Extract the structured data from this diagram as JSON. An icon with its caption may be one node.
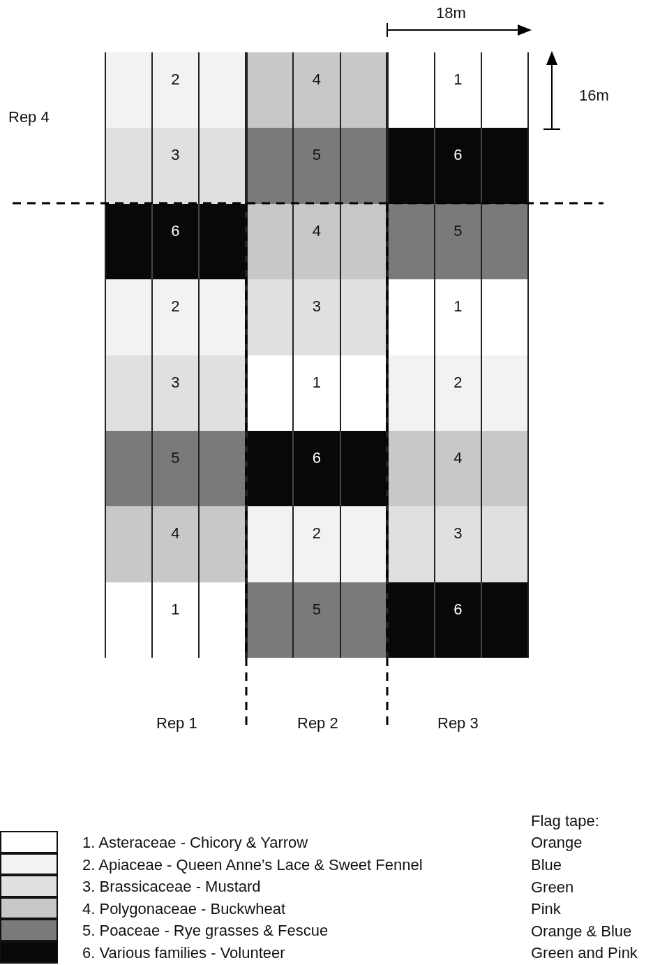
{
  "diagram": {
    "nodes": [
      {
        "text": [
          "2"
        ]
      },
      {
        "text": [
          "4"
        ]
      },
      {
        "text": [
          "1"
        ]
      },
      {
        "text": [
          "3"
        ]
      },
      {
        "text": [
          "5"
        ]
      },
      {
        "text": [
          "6"
        ]
      },
      {
        "text": [
          "6"
        ]
      },
      {
        "text": [
          "4"
        ]
      },
      {
        "text": [
          "5"
        ]
      },
      {
        "text": [
          "2"
        ]
      },
      {
        "text": [
          "3"
        ]
      },
      {
        "text": [
          "1"
        ]
      },
      {
        "text": [
          "3"
        ]
      },
      {
        "text": [
          "1"
        ]
      },
      {
        "text": [
          "2"
        ]
      },
      {
        "text": [
          "5"
        ]
      },
      {
        "text": [
          "6"
        ]
      },
      {
        "text": [
          "4"
        ]
      },
      {
        "text": [
          "4"
        ]
      },
      {
        "text": [
          "2"
        ]
      },
      {
        "text": [
          "3"
        ]
      },
      {
        "text": [
          "1"
        ]
      },
      {
        "text": [
          "5"
        ]
      },
      {
        "text": [
          "6"
        ]
      }
    ],
    "edges": [],
    "labels": [
      "18m",
      "Rep 4",
      "16m",
      "Rep 1",
      "Rep 2",
      "Rep 3",
      "Flag tape:",
      "Orange",
      "Blue",
      "Green",
      "Pink",
      "Orange & Blue",
      "Green and Pink"
    ],
    "legend": [
      {
        "text": "1. Asteraceae - Chicory & Yarrow",
        "color": "#ffffff"
      },
      {
        "text": "2. Apiaceae - Queen Anne’s Lace & Sweet Fennel",
        "color": "#f2f2f2"
      },
      {
        "text": "3. Brassicaceae - Mustard",
        "color": "#e0e0e0"
      },
      {
        "text": "4. Polygonaceae - Buckwheat",
        "color": "#c8c8c8"
      },
      {
        "text": "5. Poaceae - Rye grasses & Fescue",
        "color": "#7a7a7a"
      },
      {
        "text": "6. Various families - Volunteer",
        "color": "#080808"
      }
    ]
  }
}
